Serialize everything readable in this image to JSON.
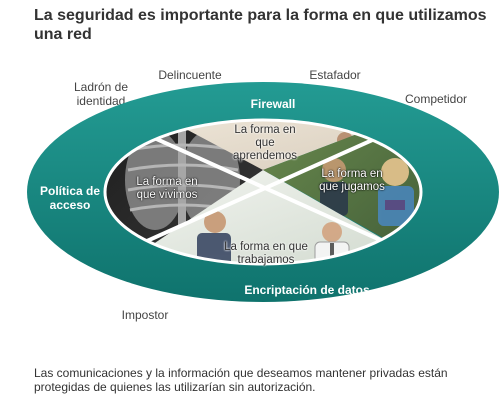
{
  "title": "La seguridad es importante para la forma en que utilizamos una red",
  "threats": {
    "ladron": "Ladrón de identidad",
    "delincuente": "Delincuente",
    "estafador": "Estafador",
    "competidor": "Competidor",
    "impostor": "Impostor"
  },
  "ring": {
    "top": "Firewall",
    "left": "Política de acceso",
    "bottom": "Encriptación de datos"
  },
  "quadrants": {
    "learn": "La forma en que aprendemos",
    "live": "La forma en que vivimos",
    "play": "La forma en que jugamos",
    "work": "La forma en que trabajamos"
  },
  "caption": "Las comunicaciones y la información que deseamos mantener privadas están protegidas de quienes las utilizarían sin autorización.",
  "colors": {
    "ring": "#1b8b84",
    "ring_dark": "#0f6f69",
    "divider": "#ffffff"
  }
}
